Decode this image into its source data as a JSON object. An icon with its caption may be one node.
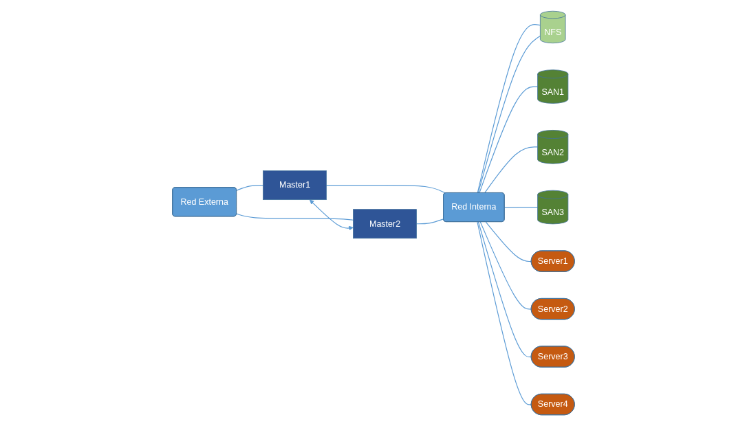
{
  "diagram": {
    "nodes": [
      {
        "text": [
          "NFS"
        ]
      },
      {
        "text": [
          "SAN1"
        ]
      },
      {
        "text": [
          "Master1"
        ]
      },
      {
        "text": [
          "SAN2"
        ]
      },
      {
        "text": [
          "Red Externa"
        ]
      },
      {
        "text": [
          "Red Interna"
        ]
      },
      {
        "text": [
          "SAN3"
        ]
      },
      {
        "text": [
          "Master2"
        ]
      },
      {
        "text": [
          "Server1"
        ]
      },
      {
        "text": [
          "Server2"
        ]
      },
      {
        "text": [
          "Server3"
        ]
      },
      {
        "text": [
          "Server4"
        ]
      }
    ],
    "edges": [
      {
        "from": 4,
        "to": 2,
        "arrow": "none"
      },
      {
        "from": 4,
        "to": 7,
        "arrow": "none"
      },
      {
        "from": 2,
        "to": 7,
        "arrow": "both"
      },
      {
        "from": 2,
        "to": 5,
        "arrow": "none"
      },
      {
        "from": 7,
        "to": 5,
        "arrow": "none"
      },
      {
        "from": 5,
        "to": 0,
        "arrow": "none"
      },
      {
        "from": 5,
        "to": 0,
        "arrow": "none"
      },
      {
        "from": 5,
        "to": 1,
        "arrow": "none"
      },
      {
        "from": 5,
        "to": 3,
        "arrow": "none"
      },
      {
        "from": 5,
        "to": 6,
        "arrow": "none"
      },
      {
        "from": 5,
        "to": 8,
        "arrow": "none"
      },
      {
        "from": 5,
        "to": 9,
        "arrow": "none"
      },
      {
        "from": 5,
        "to": 10,
        "arrow": "none"
      },
      {
        "from": 5,
        "to": 11,
        "arrow": "none"
      }
    ]
  }
}
